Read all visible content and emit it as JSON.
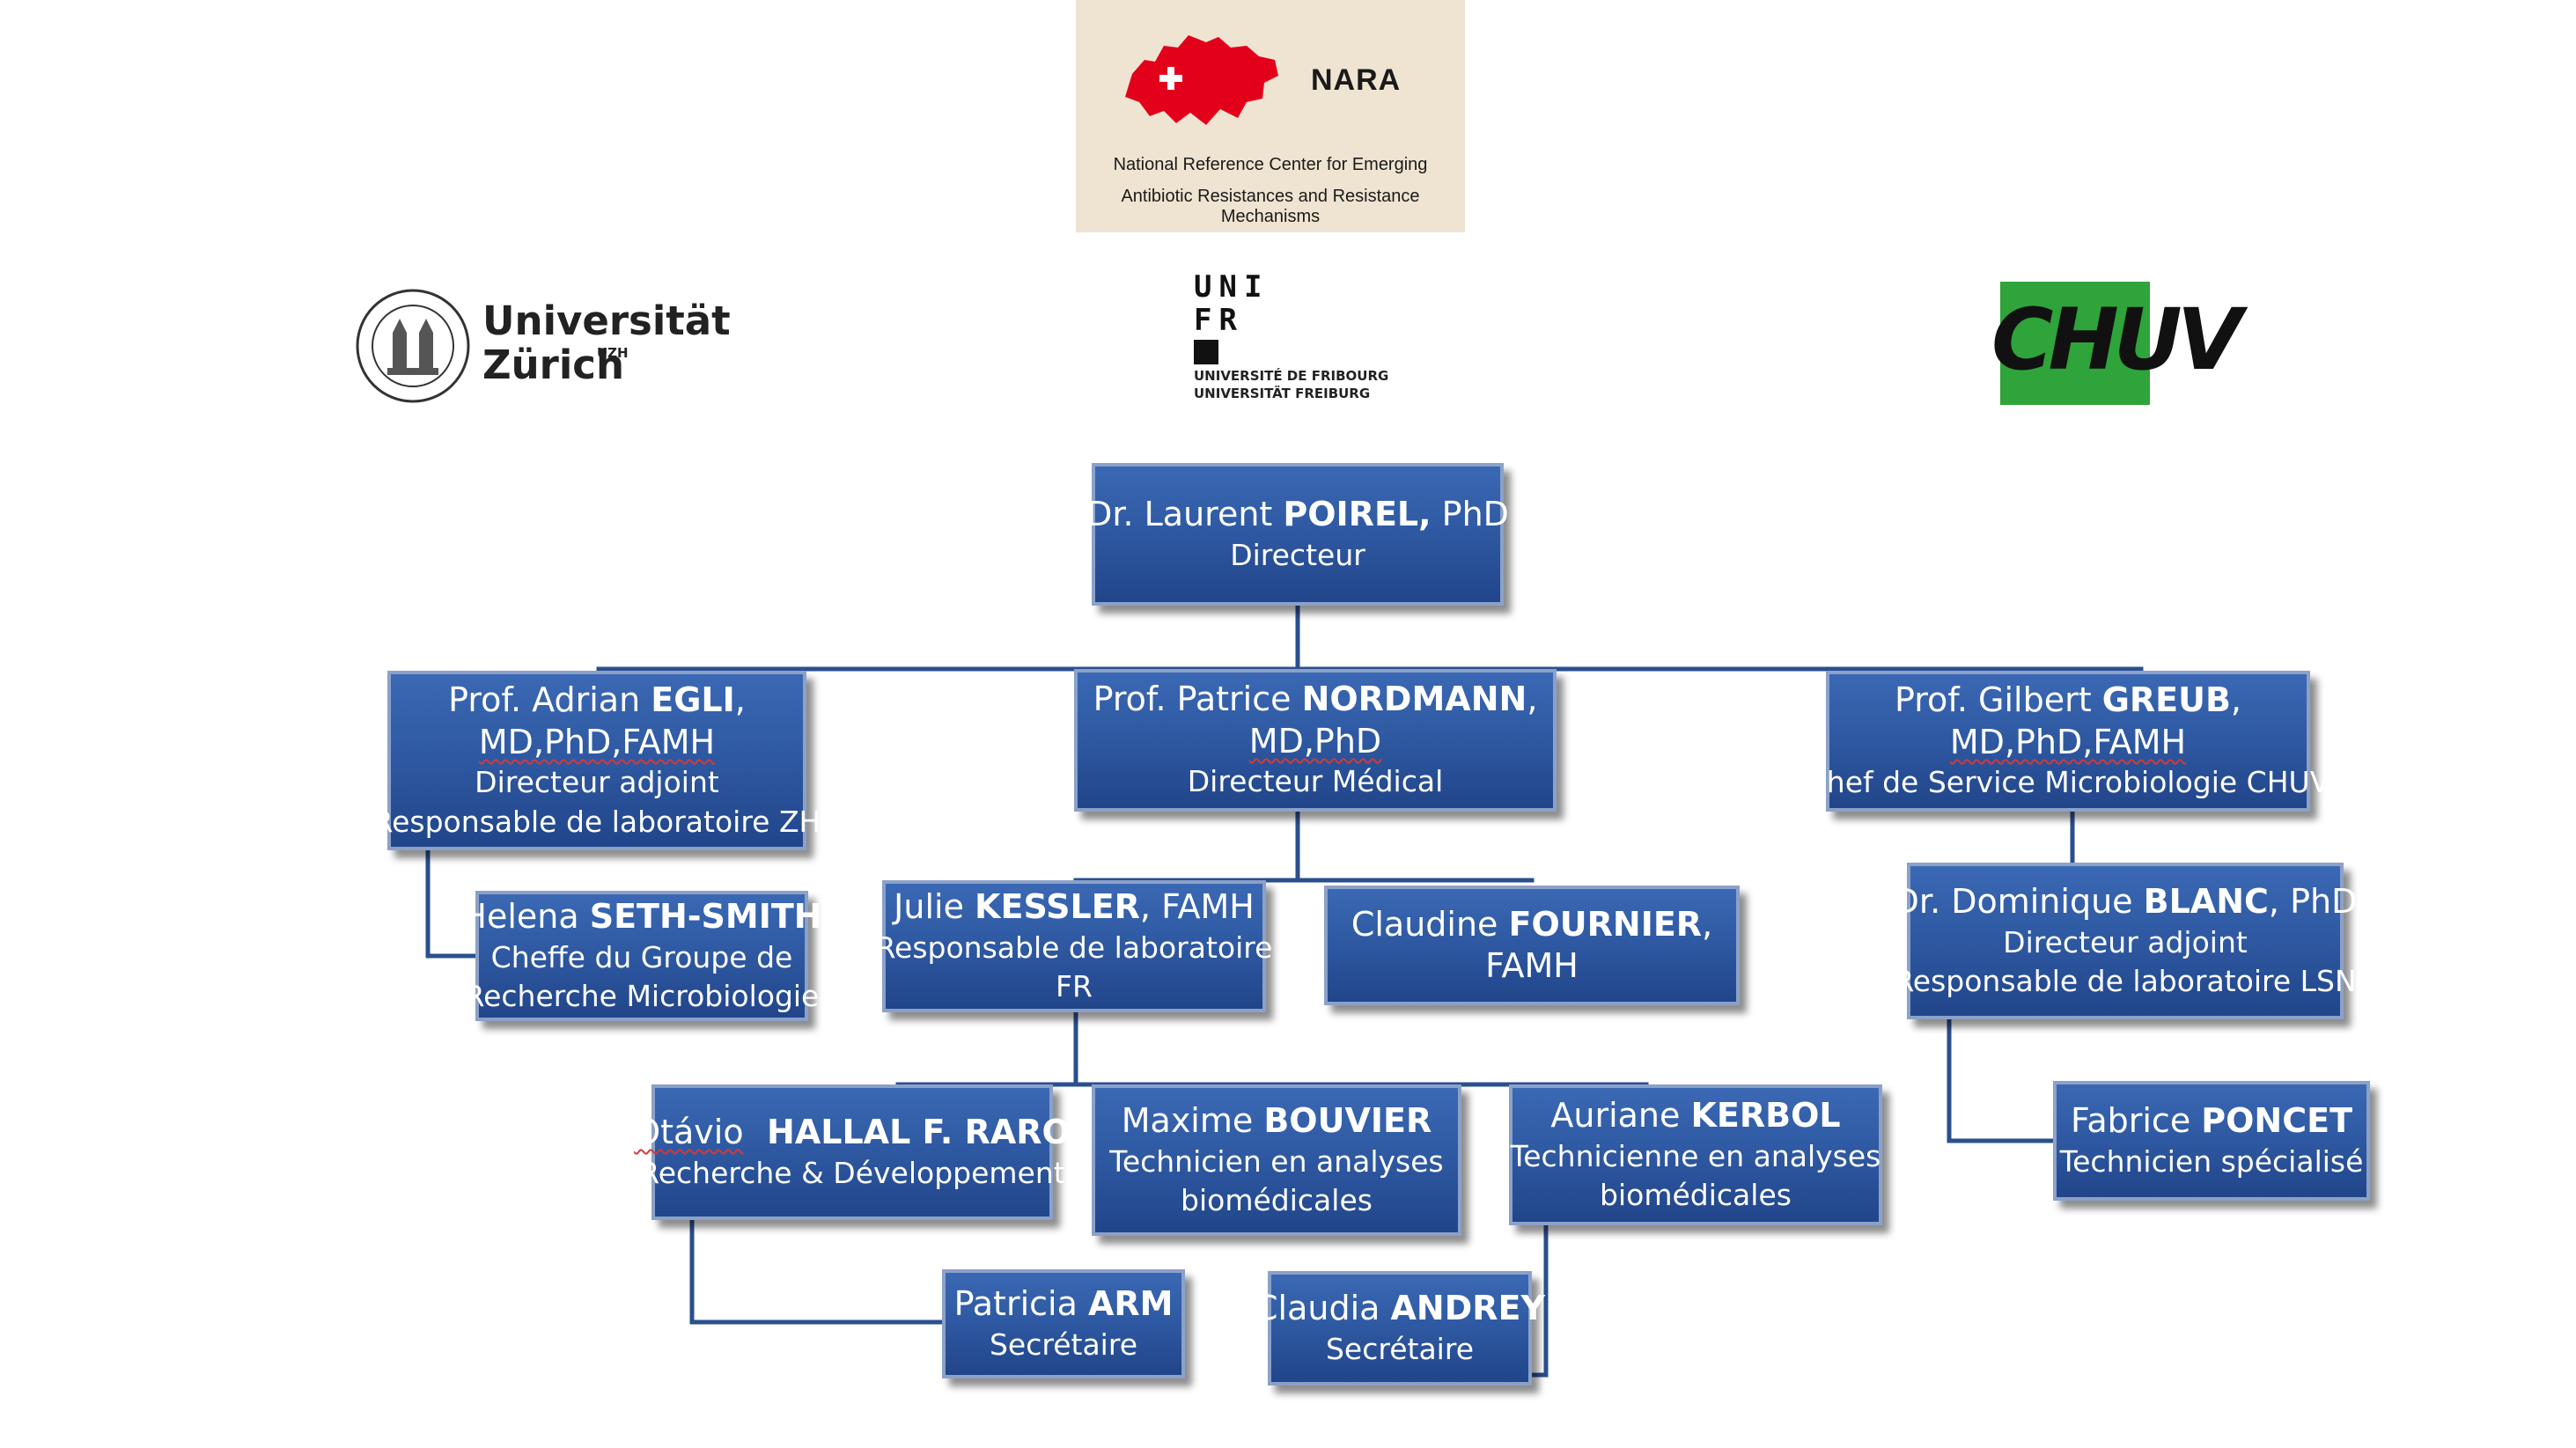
{
  "logos": {
    "nara": {
      "name": "NARA",
      "line1": "National Reference Center for Emerging",
      "line2": "Antibiotic Resistances and Resistance Mechanisms",
      "accent_color": "#e3001b"
    },
    "uzh": {
      "name_line1": "Universität",
      "name_line2": "Zürich",
      "superscript": "UZH"
    },
    "unifr": {
      "mark_line1": "UNI",
      "mark_line2": "FR",
      "name_fr": "UNIVERSITÉ DE FRIBOURG",
      "name_de": "UNIVERSITÄT FREIBURG"
    },
    "chuv": {
      "name": "CHUV",
      "accent_color": "#2ea43a"
    }
  },
  "org": {
    "poirel": {
      "pre": "Dr. Laurent ",
      "bold": "POIREL,",
      "post": " PhD",
      "role1": "Directeur"
    },
    "egli": {
      "pre": "Prof. Adrian ",
      "bold": "EGLI",
      "post": ",",
      "deg": "MD,PhD,FAMH",
      "role1": "Directeur adjoint",
      "role2": "Responsable de laboratoire ZH"
    },
    "nordmann": {
      "pre": "Prof. Patrice ",
      "bold": "NORDMANN",
      "post": ",",
      "deg": "MD,PhD",
      "role1": "Directeur Médical"
    },
    "greub": {
      "pre": "Prof. Gilbert ",
      "bold": "GREUB",
      "post": ",",
      "deg": "MD,PhD,FAMH",
      "role1": "Chef de Service Microbiologie CHUV"
    },
    "seth_smith": {
      "pre": "Helena ",
      "bold": "SETH-SMITH",
      "post": "",
      "role1": "Cheffe du Groupe de",
      "role2": "Recherche Microbiologie"
    },
    "kessler": {
      "pre": "Julie ",
      "bold": "KESSLER",
      "post": ", FAMH",
      "role1": "Responsable de laboratoire",
      "role2": "FR"
    },
    "fournier": {
      "pre": "Claudine ",
      "bold": "FOURNIER",
      "post": ",",
      "line2": "FAMH"
    },
    "blanc": {
      "pre": "Dr. Dominique ",
      "bold": "BLANC",
      "post": ", PhD",
      "role1": "Directeur adjoint",
      "role2": "Responsable de laboratoire LSN"
    },
    "raro": {
      "pre": "Otávio",
      "bold": "  HALLAL F. RARO",
      "post": "",
      "role1": "Recherche & Développement"
    },
    "bouvier": {
      "pre": "Maxime ",
      "bold": "BOUVIER",
      "post": "",
      "role1": "Technicien en analyses",
      "role2": "biomédicales"
    },
    "kerbol": {
      "pre": "Auriane ",
      "bold": "KERBOL",
      "post": "",
      "role1": "Technicienne en analyses",
      "role2": "biomédicales"
    },
    "poncet": {
      "pre": "Fabrice ",
      "bold": "PONCET",
      "post": "",
      "role1": "Technicien spécialisé"
    },
    "arm": {
      "pre": "Patricia ",
      "bold": "ARM",
      "post": "",
      "role1": "Secrétaire"
    },
    "andrey": {
      "pre": "Claudia ",
      "bold": "ANDREY",
      "post": "",
      "role1": "Secrétaire"
    }
  },
  "colors": {
    "box_fill": "#2f5aa3",
    "box_border": "#8ba1c8",
    "connector": "#2a4f8f",
    "text": "#ffffff"
  }
}
